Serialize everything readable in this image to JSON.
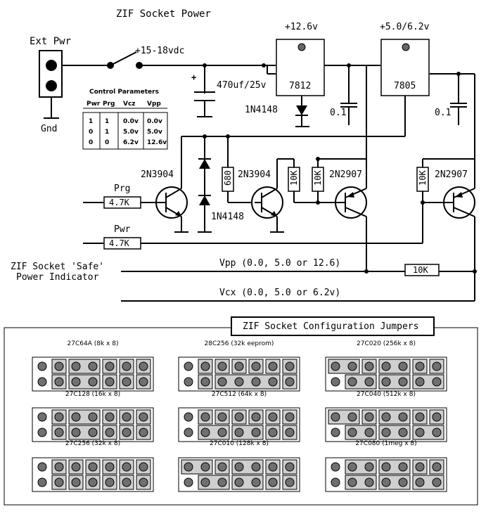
{
  "title": "ZIF Socket Power",
  "labels": {
    "ext_pwr": "Ext Pwr",
    "gnd": "Gnd",
    "input_voltage": "+15-18vdc",
    "plus": "+",
    "cap_470": "470uf/25v",
    "reg_12_out": "+12.6v",
    "reg_5_out": "+5.0/6.2v",
    "reg_7812": "7812",
    "reg_7805": "7805",
    "diode_top": "1N4148",
    "diode_mid": "1N4148",
    "cap_01_a": "0.1",
    "cap_01_b": "0.1",
    "q1": "2N3904",
    "q2": "2N3904",
    "q3": "2N2907",
    "q4": "2N2907",
    "r680": "680",
    "r10k_a": "10K",
    "r10k_b": "10K",
    "r10k_c": "10K",
    "r10k_safe": "10K",
    "prg": "Prg",
    "pwr": "Pwr",
    "r47_prg": "4.7K",
    "r47_pwr": "4.7K",
    "safe_line1": "ZIF Socket 'Safe'",
    "safe_line2": "Power Indicator",
    "vpp_line": "Vpp (0.0, 5.0 or 12.6)",
    "vcx_line": "Vcx (0.0, 5.0 or 6.2v)"
  },
  "control_parameters": {
    "title": "Control Parameters",
    "headers": [
      "Pwr",
      "Prg",
      "Vcz",
      "Vpp"
    ],
    "rows": [
      [
        "1",
        "1",
        "0.0v",
        "0.0v"
      ],
      [
        "0",
        "1",
        "5.0v",
        "5.0v"
      ],
      [
        "0",
        "0",
        "6.2v",
        "12.6v"
      ]
    ]
  },
  "jumpers": {
    "title": "ZIF Socket Configuration Jumpers",
    "configs": [
      {
        "label": "27C64A (8k x 8)",
        "top": [
          [
            1,
            1
          ],
          [
            2,
            2
          ],
          [
            3,
            4
          ],
          [
            5,
            5
          ],
          [
            6,
            6
          ],
          [
            7,
            7
          ]
        ],
        "bottom": [
          [
            1,
            1
          ],
          [
            2,
            2
          ],
          [
            3,
            4
          ],
          [
            5,
            5
          ],
          [
            6,
            6
          ],
          [
            7,
            7
          ]
        ]
      },
      {
        "label": "28C256 (32k eeprom)",
        "top": [
          [
            1,
            1
          ],
          [
            2,
            2
          ],
          [
            3,
            3
          ],
          [
            4,
            4
          ],
          [
            5,
            5
          ],
          [
            6,
            6
          ],
          [
            7,
            7
          ]
        ],
        "bottom": [
          [
            1,
            1
          ],
          [
            2,
            2
          ],
          [
            3,
            6
          ],
          [
            7,
            7
          ]
        ]
      },
      {
        "label": "27C020 (256k x 8)",
        "top": [
          [
            1,
            2
          ],
          [
            3,
            3
          ],
          [
            4,
            5
          ],
          [
            6,
            6
          ],
          [
            7,
            7
          ]
        ],
        "bottom": [
          [
            1,
            1
          ],
          [
            2,
            3
          ],
          [
            4,
            5
          ],
          [
            6,
            7
          ]
        ]
      },
      {
        "label": "27C128 (16k x 8)",
        "top": [
          [
            1,
            1
          ],
          [
            2,
            2
          ],
          [
            3,
            4
          ],
          [
            5,
            5
          ],
          [
            6,
            6
          ],
          [
            7,
            7
          ]
        ],
        "bottom": [
          [
            1,
            1
          ],
          [
            2,
            2
          ],
          [
            3,
            4
          ],
          [
            5,
            5
          ],
          [
            6,
            6
          ],
          [
            7,
            7
          ]
        ]
      },
      {
        "label": "27C512 (64k x 8)",
        "top": [
          [
            1,
            1
          ],
          [
            2,
            2
          ],
          [
            3,
            3
          ],
          [
            4,
            4
          ],
          [
            5,
            5
          ],
          [
            6,
            6
          ],
          [
            7,
            7
          ]
        ],
        "bottom": [
          [
            1,
            1
          ],
          [
            2,
            3
          ],
          [
            4,
            5
          ],
          [
            6,
            6
          ],
          [
            7,
            7
          ]
        ]
      },
      {
        "label": "27C040 (512k x 8)",
        "top": [
          [
            1,
            2
          ],
          [
            3,
            3
          ],
          [
            4,
            5
          ],
          [
            6,
            6
          ],
          [
            7,
            7
          ]
        ],
        "bottom": [
          [
            1,
            1
          ],
          [
            2,
            3
          ],
          [
            4,
            5
          ],
          [
            6,
            7
          ]
        ]
      },
      {
        "label": "27C256 (32k x 8)",
        "top": [
          [
            1,
            1
          ],
          [
            2,
            2
          ],
          [
            3,
            3
          ],
          [
            4,
            4
          ],
          [
            5,
            5
          ],
          [
            6,
            6
          ],
          [
            7,
            7
          ]
        ],
        "bottom": [
          [
            1,
            1
          ],
          [
            2,
            2
          ],
          [
            3,
            3
          ],
          [
            4,
            4
          ],
          [
            5,
            5
          ],
          [
            6,
            6
          ],
          [
            7,
            7
          ]
        ]
      },
      {
        "label": "27C010 (128k x 8)",
        "top": [
          [
            1,
            2
          ],
          [
            3,
            3
          ],
          [
            4,
            5
          ],
          [
            6,
            6
          ],
          [
            7,
            7
          ]
        ],
        "bottom": [
          [
            1,
            1
          ],
          [
            2,
            3
          ],
          [
            4,
            5
          ],
          [
            6,
            6
          ],
          [
            7,
            7
          ]
        ]
      },
      {
        "label": "27C080 (1meg x 8)",
        "top": [
          [
            1,
            1
          ],
          [
            2,
            3
          ],
          [
            4,
            5
          ],
          [
            6,
            6
          ],
          [
            7,
            7
          ]
        ],
        "bottom": [
          [
            1,
            1
          ],
          [
            2,
            3
          ],
          [
            4,
            5
          ],
          [
            6,
            7
          ]
        ]
      }
    ]
  }
}
